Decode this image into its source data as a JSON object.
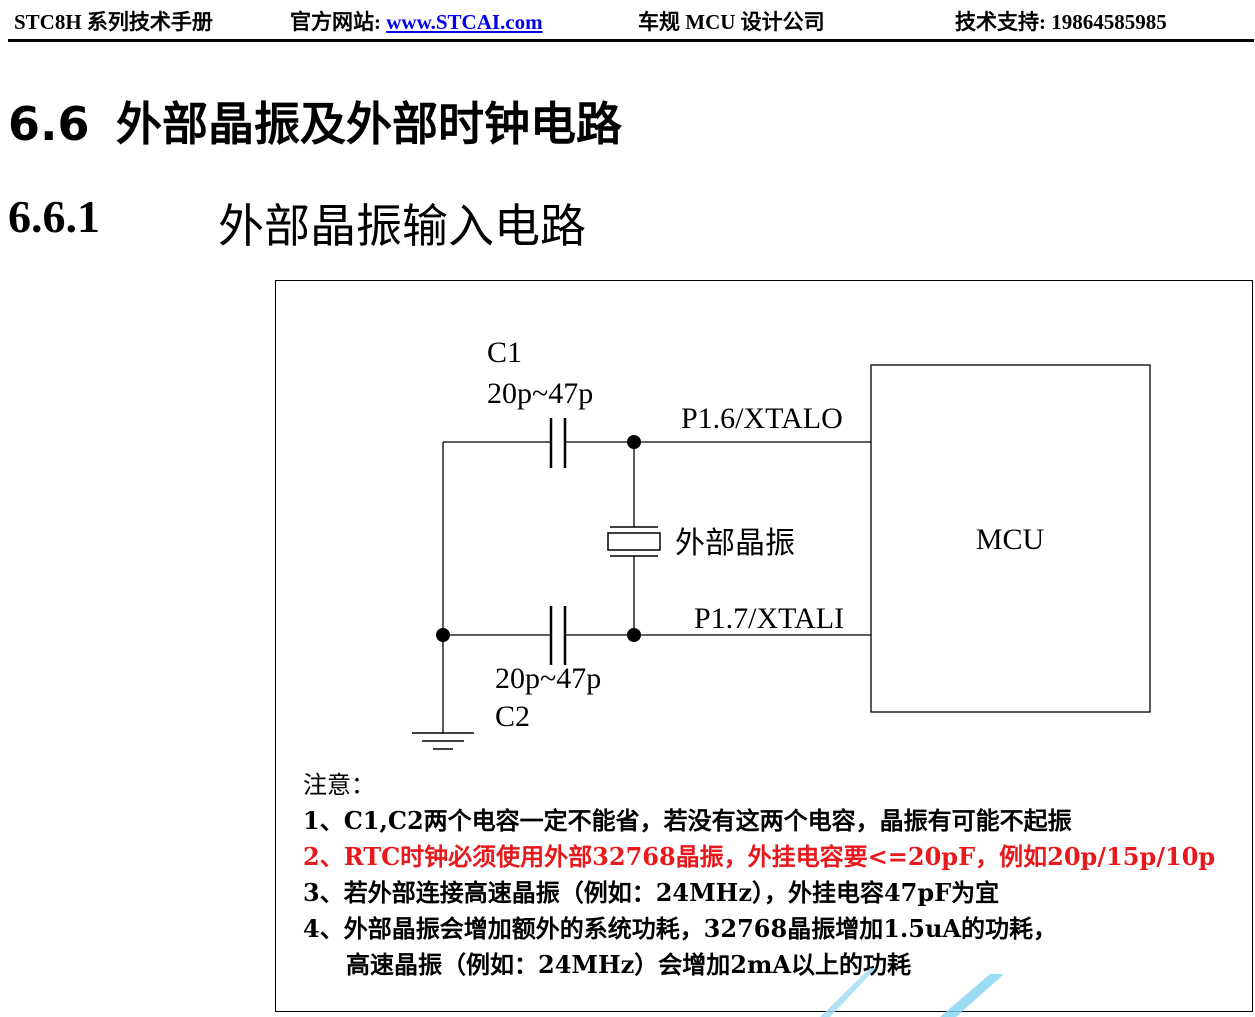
{
  "header": {
    "manual": "STC8H 系列技术手册",
    "site_label": "官方网站: ",
    "site_link": "www.STCAI.com",
    "company": "车规 MCU 设计公司",
    "support": "技术支持: 19864585985"
  },
  "section": {
    "number": "6.6",
    "title": "外部晶振及外部时钟电路"
  },
  "subsection": {
    "number": "6.6.1",
    "title": "外部晶振输入电路"
  },
  "circuit": {
    "c1_name": "C1",
    "c1_value": "20p~47p",
    "c2_name": "C2",
    "c2_value": "20p~47p",
    "pin_out": "P1.6/XTALO",
    "pin_in": "P1.7/XTALI",
    "crystal_label": "外部晶振",
    "mcu_label": "MCU"
  },
  "notes": {
    "title": "注意：",
    "items": [
      "1、C1,C2两个电容一定不能省，若没有这两个电容，晶振有可能不起振",
      "2、RTC时钟必须使用外部32768晶振，外挂电容要<=20pF，例如20p/15p/10p",
      "3、若外部连接高速晶振（例如：24MHz），外挂电容47pF为宜",
      "4、外部晶振会增加额外的系统功耗，32768晶振增加1.5uA的功耗，",
      "高速晶振（例如：24MHz）会增加2mA以上的功耗"
    ]
  },
  "colors": {
    "warning": "#e8191c",
    "link": "#0000ee",
    "watermark": "#7fd3f0"
  }
}
